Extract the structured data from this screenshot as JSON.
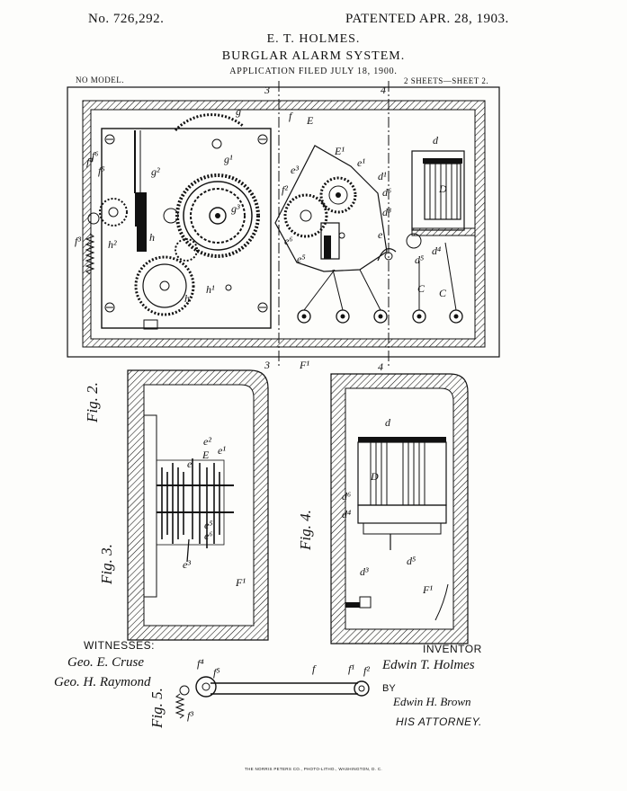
{
  "header": {
    "patent_number": "No. 726,292.",
    "patent_date": "PATENTED APR. 28, 1903.",
    "inventor": "E. T. HOLMES.",
    "title": "BURGLAR ALARM SYSTEM.",
    "filed": "APPLICATION FILED JULY 18, 1900.",
    "model": "NO MODEL.",
    "sheets": "2 SHEETS—SHEET 2."
  },
  "figures": {
    "fig2": "Fig. 2.",
    "fig3": "Fig. 3.",
    "fig4": "Fig. 4.",
    "fig5": "Fig. 5."
  },
  "section_marks": {
    "m3": "3",
    "m4": "4"
  },
  "labels": {
    "E": "E",
    "E1": "E¹",
    "e1": "e¹",
    "e2": "e²",
    "e3": "e³",
    "e5": "e⁵",
    "e6": "e⁶",
    "f": "f",
    "f1": "f¹",
    "f2": "f²",
    "f3": "f³",
    "f4": "f⁴",
    "f5": "f⁵",
    "f6": "f⁶",
    "g": "g",
    "g1": "g¹",
    "g2": "g²",
    "g3": "g³",
    "h": "h",
    "h1": "h¹",
    "h2": "h²",
    "d": "d",
    "d1": "d¹",
    "d2": "d²",
    "d3": "d³",
    "d4": "d⁴",
    "d5": "d⁵",
    "d6": "d⁶",
    "D": "D",
    "C": "C",
    "F1": "F¹",
    "e": "e"
  },
  "signatures": {
    "witnesses_label": "WITNESSES:",
    "witness1": "Geo. E. Cruse",
    "witness2": "Geo. H. Raymond",
    "inventor_label": "INVENTOR",
    "inventor_sig": "Edwin T. Holmes",
    "by": "BY",
    "attorney_sig": "Edwin H. Brown",
    "attorney_label": "HIS ATTORNEY."
  },
  "imprint": "THE NORRIS PETERS CO., PHOTO-LITHO., WASHINGTON, D. C."
}
